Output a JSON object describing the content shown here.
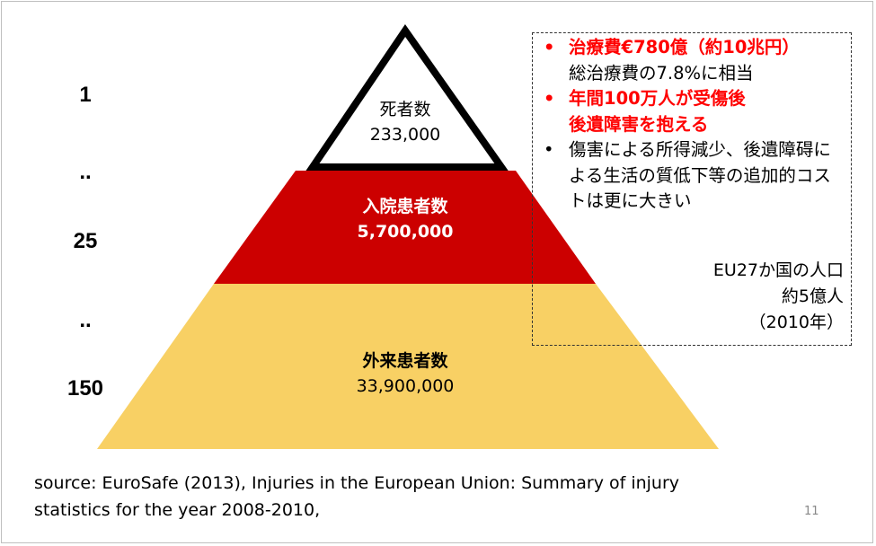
{
  "ratios": [
    "1",
    "..",
    "25",
    "..",
    "150"
  ],
  "tiers": [
    {
      "name": "死者数",
      "value": "233,000"
    },
    {
      "name": "入院患者数",
      "value": "5,700,000"
    },
    {
      "name": "外来患者数",
      "value": "33,900,000"
    }
  ],
  "colors": {
    "top_fill": "#ffffff",
    "top_border": "#000000",
    "middle_fill": "#cc0000",
    "bottom_fill": "#f8d064",
    "highlight_red": "#ff0000"
  },
  "info": {
    "bullets": [
      {
        "text": "治療費€780億（約10兆円）",
        "sub": "総治療費の7.8%に相当"
      },
      {
        "text": "年間100万人が受傷後",
        "sub": "後遺障害を抱える"
      },
      {
        "text": "傷害による所得減少、後遺障碍による生活の質低下等の追加的コストは更に大きい",
        "sub": ""
      }
    ],
    "population": [
      "EU27か国の人口",
      "約5億人",
      "（2010年）"
    ]
  },
  "source": {
    "line1": "source: EuroSafe (2013), Injuries in the European Union: Summary of injury",
    "line2": "statistics for the year 2008-2010,"
  },
  "page_number": "11"
}
